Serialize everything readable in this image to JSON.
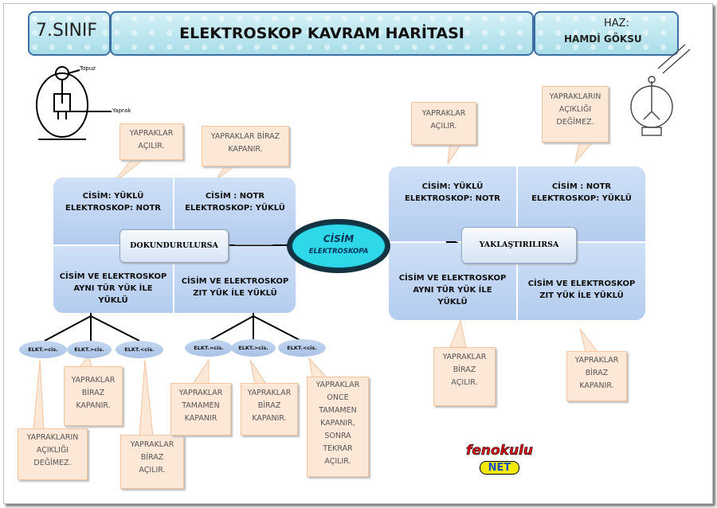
{
  "header": {
    "grade": "7.SINIF",
    "title": "ELEKTROSKOP KAVRAM HARİTASI",
    "author_label": "HAZ:",
    "author_name": "HAMDİ GÖKSU"
  },
  "figure": {
    "topuz": "Topuz",
    "yaprak": "Yaprak"
  },
  "center": {
    "line1": "CİSİM",
    "line2": "ELEKTROSKOPA"
  },
  "left": {
    "tl": [
      "CİSİM: YÜKLÜ",
      "ELEKTROSKOP: NOTR"
    ],
    "tr": [
      "CİSİM : NOTR",
      "ELEKTROSKOP: YÜKLÜ"
    ],
    "bl": [
      "CİSİM VE ELEKTROSKOP",
      "AYNI TÜR YÜK İLE",
      "YÜKLÜ"
    ],
    "br": [
      "CİSİM VE ELEKTROSKOP",
      "ZIT YÜK İLE YÜKLÜ"
    ],
    "action": "DOKUNDURULURSA",
    "callout_a": [
      "YAPRAKLAR",
      "AÇILIR."
    ],
    "callout_b": [
      "YAPRAKLAR BİRAZ",
      "KAPANIR."
    ]
  },
  "right": {
    "tl": [
      "CİSİM: YÜKLÜ",
      "ELEKTROSKOP: NOTR"
    ],
    "tr": [
      "CİSİM : NOTR",
      "ELEKTROSKOP: YÜKLÜ"
    ],
    "bl": [
      "CİSİM VE ELEKTROSKOP",
      "AYNI TÜR YÜK İLE",
      "YÜKLÜ"
    ],
    "br": [
      "CİSİM VE ELEKTROSKOP",
      "ZIT YÜK İLE YÜKLÜ"
    ],
    "action": "YAKLAŞTIRILIRSA",
    "callout_a": [
      "YAPRAKLAR",
      "AÇILIR."
    ],
    "callout_b": [
      "YAPRAKLARIN",
      "AÇIKLIĞI",
      "DEĞİMEZ."
    ],
    "callout_c": [
      "YAPRAKLAR",
      "BİRAZ",
      "AÇILIR."
    ],
    "callout_d": [
      "YAPRAKLAR",
      "BİRAZ",
      "KAPANIR."
    ]
  },
  "ovals": [
    "ELKT.=cis.",
    "ELKT.>cis.",
    "ELKT.<cis.",
    "ELKT.=cis.",
    "ELKT.>cis.",
    "ELKT.<cis."
  ],
  "bottom_callouts": {
    "c1": [
      "YAPRAKLARIN",
      "AÇIKLIĞI",
      "DEĞİMEZ."
    ],
    "c2": [
      "YAPRAKLAR",
      "BİRAZ",
      "KAPANIR."
    ],
    "c3": [
      "YAPRAKLAR",
      "BİRAZ",
      "AÇILIR."
    ],
    "c4": [
      "YAPRAKLAR",
      "TAMAMEN",
      "KAPANIR"
    ],
    "c5": [
      "YAPRAKLAR",
      "BİRAZ",
      "KAPANIR."
    ],
    "c6": [
      "YAPRAKLAR",
      "ONCE",
      "TAMAMEN",
      "KAPANIR,",
      "SONRA",
      "TEKRAR",
      "AÇILIR."
    ]
  },
  "logo": {
    "top": "fenokulu",
    "bottom": "NET"
  },
  "colors": {
    "header_border": "#3d6ea3",
    "center_fill": "#2fd8e8",
    "callout": "#fde8d7",
    "box": "#b4ccee"
  }
}
